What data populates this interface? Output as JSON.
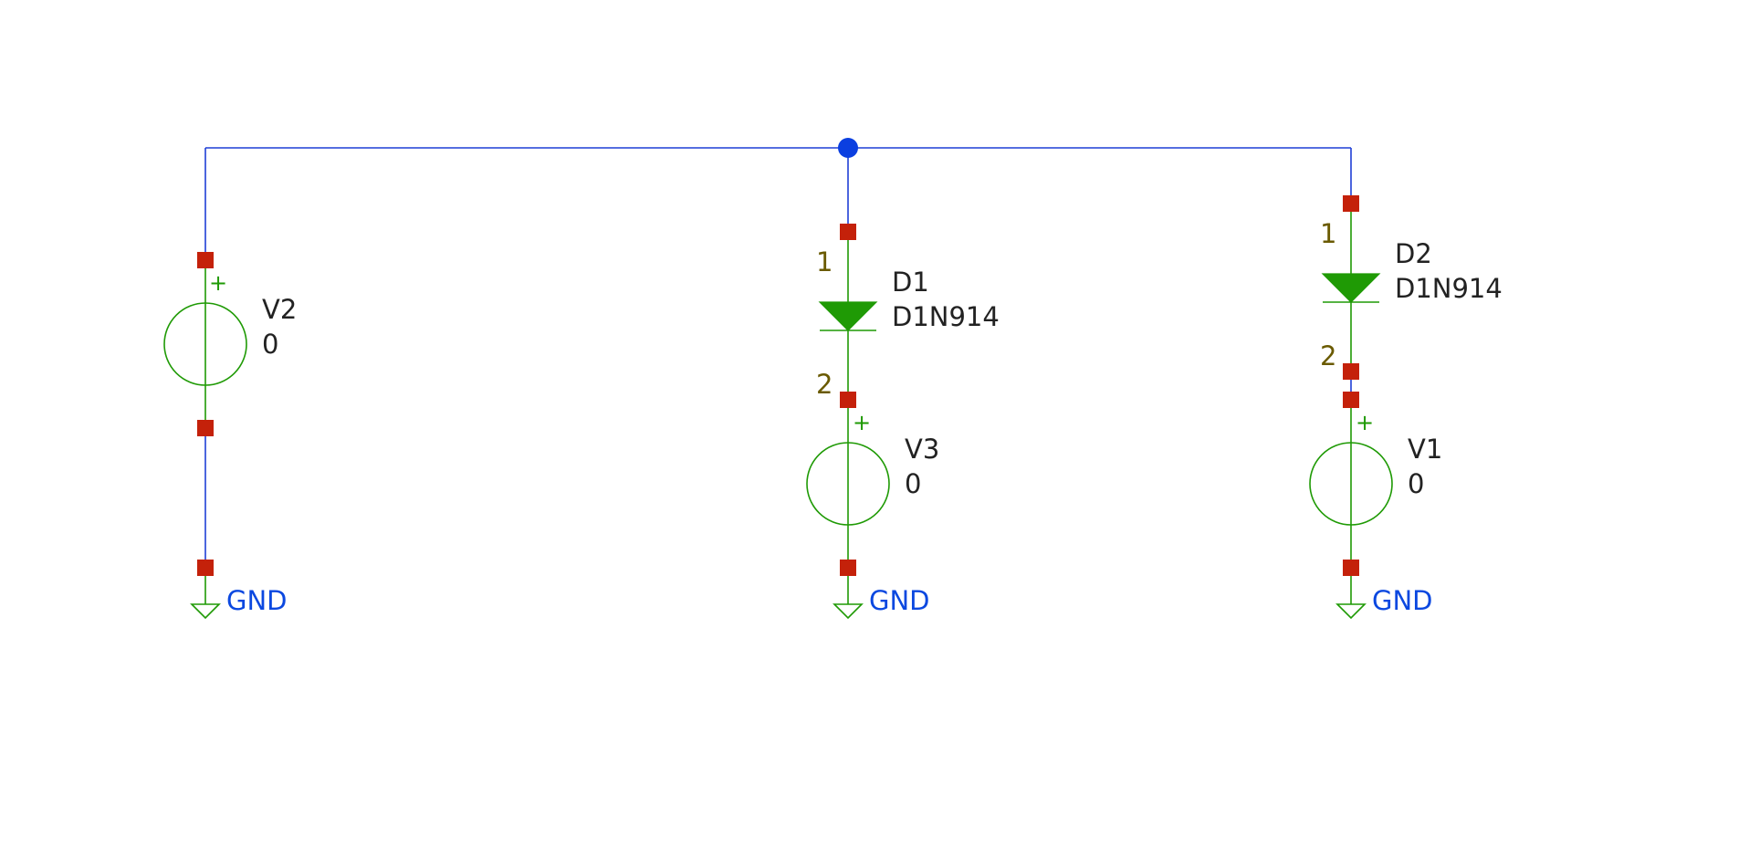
{
  "colors": {
    "wire": "#1f3fd6",
    "symbol": "#1f9a05",
    "pin": "#c4210a",
    "junction": "#0b3fe0",
    "pin_number": "#6a5a00",
    "net_label": "#0b48e0",
    "reference_text": "#222222",
    "background": "#ffffff"
  },
  "components": {
    "v2": {
      "ref": "V2",
      "value": "0",
      "plus": "+"
    },
    "v3": {
      "ref": "V3",
      "value": "0",
      "plus": "+"
    },
    "v1": {
      "ref": "V1",
      "value": "0",
      "plus": "+"
    },
    "d1": {
      "ref": "D1",
      "value": "D1N914",
      "pin1": "1",
      "pin2": "2"
    },
    "d2": {
      "ref": "D2",
      "value": "D1N914",
      "pin1": "1",
      "pin2": "2"
    }
  },
  "grounds": {
    "left": {
      "label": "GND",
      "icon": "ground-icon"
    },
    "middle": {
      "label": "GND",
      "icon": "ground-icon"
    },
    "right": {
      "label": "GND",
      "icon": "ground-icon"
    }
  }
}
